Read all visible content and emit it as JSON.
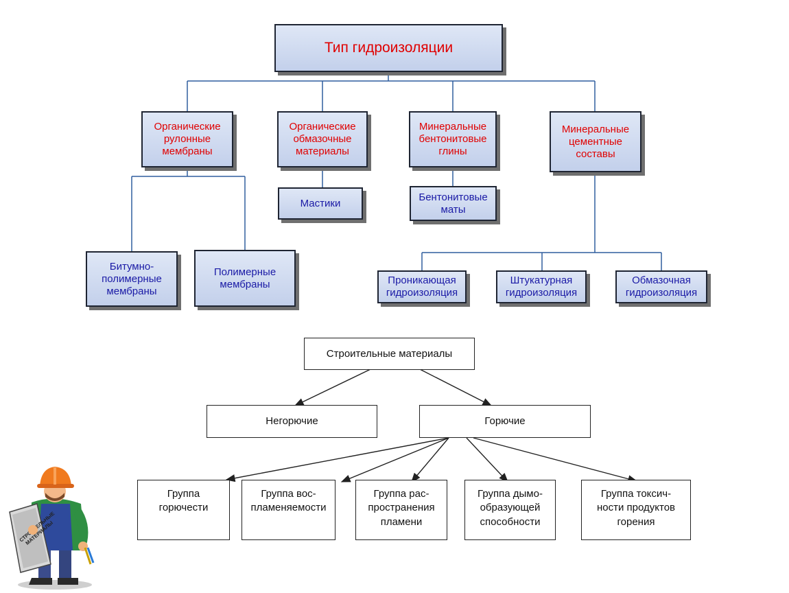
{
  "top_diagram": {
    "root": "Тип гидроизоляции",
    "categories": [
      "Органические\nрулонные\nмембраны",
      "Органические\nобмазочные\nматериалы",
      "Минеральные\nбентонитовые\nглины",
      "Минеральные\nцементные\nсоставы"
    ],
    "subtypes": {
      "bitumen_polymer": "Битумно-\nполимерные\nмембраны",
      "polymer": "Полимерные\nмембраны",
      "mastics": "Мастики",
      "bentonite_mats": "Бентонитовые\nматы",
      "penetrating": "Проникающая\nгидроизоляция",
      "plaster": "Штукатурная\nгидроизоляция",
      "coating": "Обмазочная\nгидроизоляция"
    }
  },
  "bottom_diagram": {
    "root": "Строительные материалы",
    "level1": [
      "Негорючие",
      "Горючие"
    ],
    "groups": [
      "Группа\nгорючести",
      "Группа вос-\nпламеняемости",
      "Группа рас-\nпространения\nпламени",
      "Группа дымо-\nобразующей\nспособности",
      "Группа токсич-\nности продуктов\nгорения"
    ]
  },
  "illustration": {
    "book_label": "СТРОИТЕЛЬНЫЕ\nМАТЕРИАЛЫ"
  },
  "colors": {
    "connector_blue": "#2f5d9e",
    "box_gradient_top": "#dfe7f6",
    "box_gradient_bottom": "#c3d0eb",
    "category_text": "#e00000",
    "subtype_text": "#1a1aa6"
  }
}
